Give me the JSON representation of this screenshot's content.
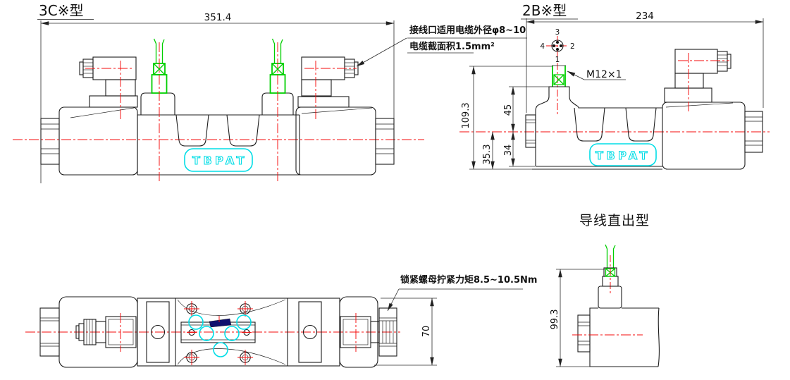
{
  "brand": {
    "logo_text": "TBPAT",
    "color": "#00dde6"
  },
  "colors": {
    "outline": "#1c1c1c",
    "centerline_red": "#f40b0b",
    "cable_green": "#00cf00",
    "port_cyan": "#00dde6",
    "nameplate_navy": "#10106e"
  },
  "views": {
    "front3c": {
      "title": "3C※型",
      "dim_width": "351.4"
    },
    "callout_cable": {
      "line1": "接线口适用电缆外径φ8~10",
      "line2": "电缆截面积1.5mm²"
    },
    "front2b": {
      "title": "2B※型",
      "dim_width": "234",
      "dim_total_height": "109.3",
      "dim_upper": "45",
      "dim_lower_outer": "35.3",
      "dim_lower_inner": "34",
      "thread_label": "M12×1",
      "pins": {
        "p1": "1",
        "p2": "2",
        "p3": "3",
        "p4": "4"
      }
    },
    "topview": {
      "callout_nut": "锁紧螺母拧紧力矩8.5~10.5Nm",
      "dim_height": "70"
    },
    "direct": {
      "title": "导线直出型",
      "dim_height": "99.3"
    }
  }
}
